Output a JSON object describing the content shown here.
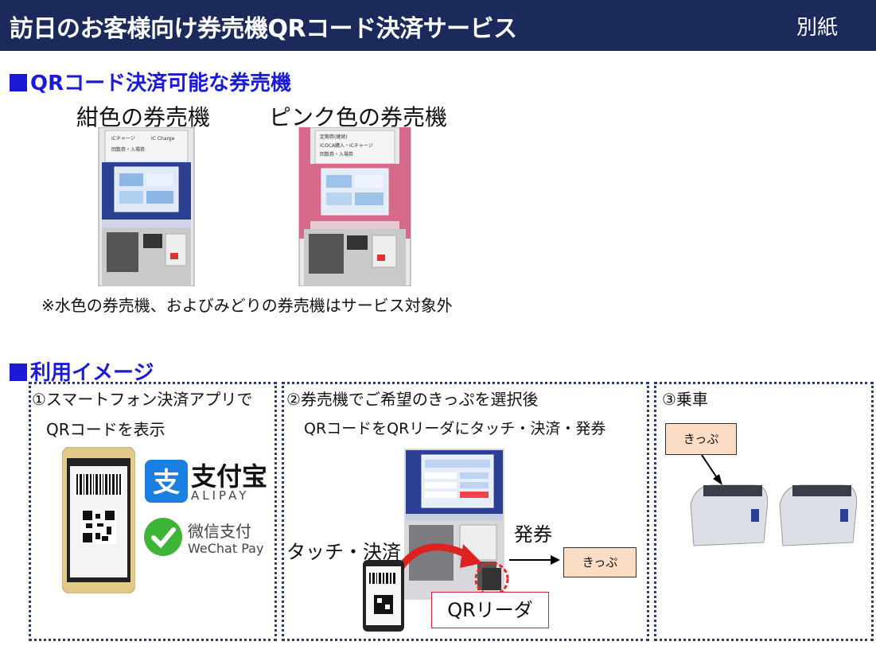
{
  "header": {
    "title": "訪日のお客様向け券売機QRコード決済サービス",
    "badge": "別紙"
  },
  "section1": {
    "heading": "QRコード決済可能な券売機",
    "machines": [
      {
        "label": "紺色の券売機",
        "screen_lines": [
          "ICチャージ",
          "IC Charge",
          "回数券・入場券"
        ]
      },
      {
        "label": "ピンク色の券売機",
        "screen_lines": [
          "定期券(継続)",
          "ICOCA購入・ICチャージ",
          "回数券・入場券"
        ]
      }
    ],
    "note": "※水色の券売機、およびみどりの券売機はサービス対象外"
  },
  "section2": {
    "heading": "利用イメージ",
    "step1": {
      "line1": "①スマートフォン決済アプリで",
      "line2": "QRコードを表示",
      "brands": {
        "alipay_cn": "支付宝",
        "alipay_en": "ALIPAY",
        "wechat_cn": "微信支付",
        "wechat_en": "WeChat Pay"
      }
    },
    "step2": {
      "line1": "②券売機でご希望のきっぷを選択後",
      "line2": "QRコードをQRリーダにタッチ・決済・発券",
      "touch_label": "タッチ・決済",
      "issue_label": "発券",
      "ticket": "きっぷ",
      "reader_label": "QRリーダ"
    },
    "step3": {
      "line1": "③乗車",
      "ticket": "きっぷ"
    }
  },
  "colors": {
    "header_bg": "#1b2a5a",
    "heading": "#1b1bd6",
    "ticket_bg": "#fbdcc4",
    "navy_machine": "#2b3f93",
    "pink_machine": "#d66a8a"
  }
}
